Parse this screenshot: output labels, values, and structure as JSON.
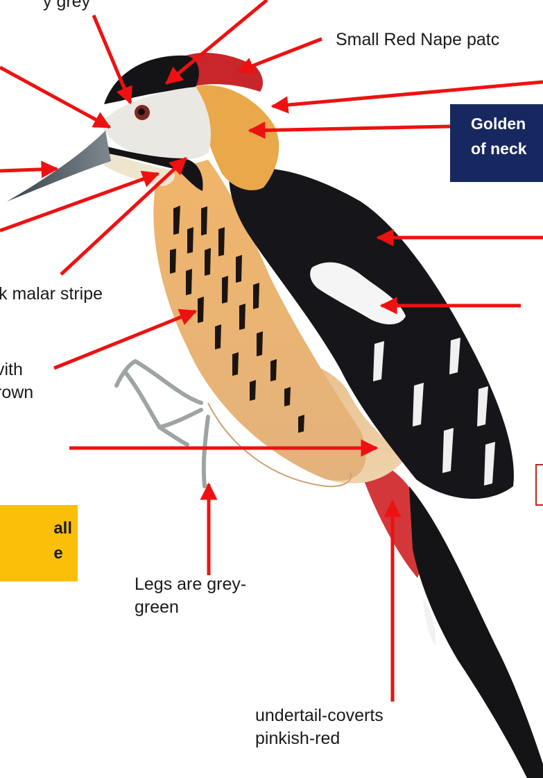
{
  "labels": {
    "top_left_partial": "y grey",
    "small_red_nape": "Small Red Nape patc",
    "golden_neck": "Golden\nof neck",
    "malar_stripe": "k  malar stripe",
    "with_brown": "vith\nrown",
    "all_e": "all\ne",
    "legs": "Legs  are grey-\ngreen",
    "undertail": "undertail-coverts\npinkish-red"
  },
  "colors": {
    "arrow": "#ee1111",
    "navy_box": "#172861",
    "yellow_box": "#fbbf0a",
    "nape_red": "#c8262a",
    "golden": "#e9a84a",
    "black_plumage": "#16161a",
    "undertail_red": "#d3373a"
  },
  "figure": {
    "subject": "woodpecker illustration"
  }
}
